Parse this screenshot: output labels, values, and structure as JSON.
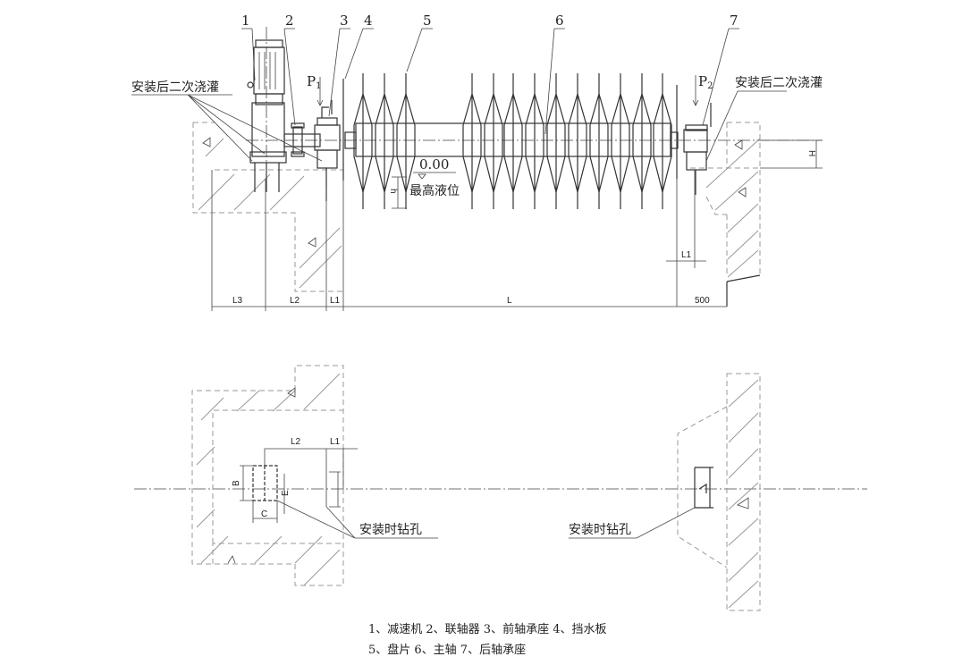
{
  "callouts": [
    "1",
    "2",
    "3",
    "4",
    "5",
    "6",
    "7"
  ],
  "labels": {
    "grout_left": "安装后二次浇灌",
    "grout_right": "安装后二次浇灌",
    "p1": "P",
    "p1_sub": "1",
    "p2": "P",
    "p2_sub": "2",
    "level_value": "0.00",
    "level_text": "最高液位",
    "h_small": "h",
    "h_big": "H",
    "drill_left": "安装时钻孔",
    "drill_right": "安装时钻孔"
  },
  "dimensions": {
    "l3": "L3",
    "l2": "L2",
    "l1": "L1",
    "l": "L",
    "d500": "500",
    "l1_right": "L1",
    "plan_l2": "L2",
    "plan_l1": "L1",
    "b": "B",
    "c": "C",
    "e": "E"
  },
  "caption": {
    "line1": "1、减速机 2、联轴器 3、前轴承座 4、挡水板",
    "line2": "5、盘片 6、主轴 7、后轴承座"
  }
}
